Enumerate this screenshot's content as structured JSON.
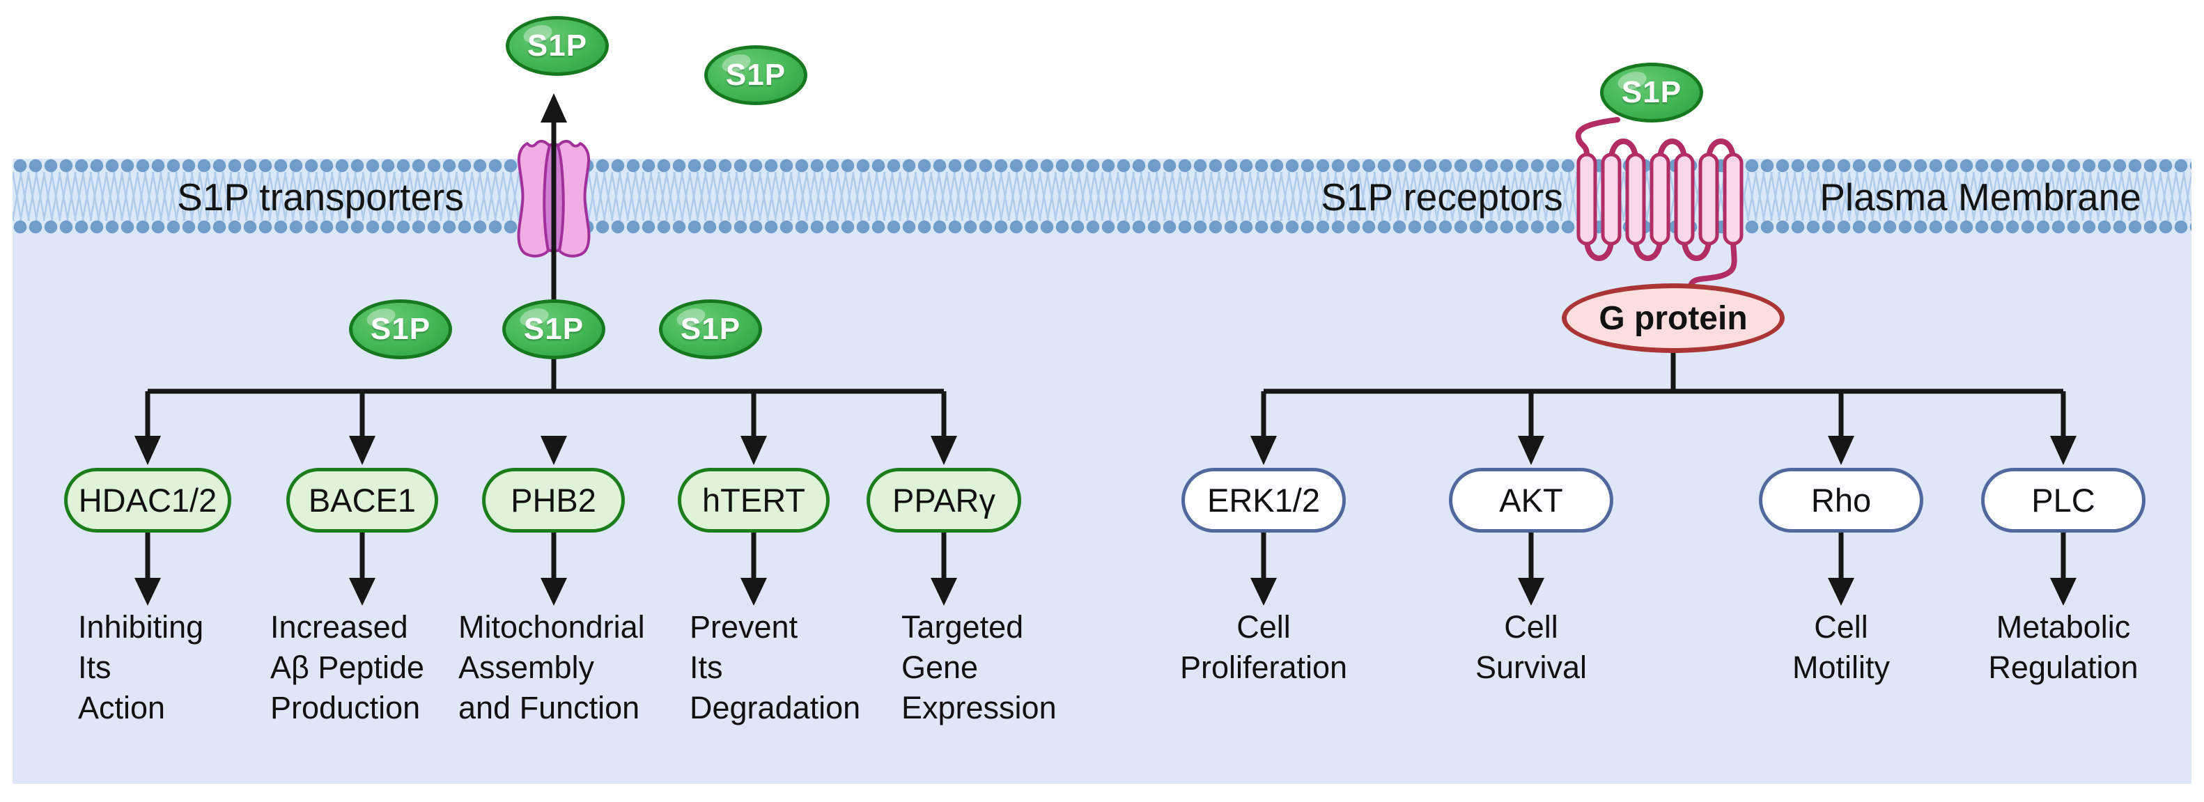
{
  "labels": {
    "s1p": "S1P",
    "s1p_transporters": "S1P transporters",
    "s1p_receptors": "S1P receptors",
    "plasma_membrane": "Plasma Membrane",
    "g_protein": "G protein"
  },
  "left_pathway": {
    "nodes": [
      {
        "name": "HDAC1/2",
        "effect_lines": [
          "Inhibiting",
          "Its",
          "Action"
        ]
      },
      {
        "name": "BACE1",
        "effect_lines": [
          "Increased",
          "Aβ Peptide",
          "Production"
        ]
      },
      {
        "name": "PHB2",
        "effect_lines": [
          "Mitochondrial",
          "Assembly",
          "and Function"
        ]
      },
      {
        "name": "hTERT",
        "effect_lines": [
          "Prevent",
          "Its",
          "Degradation"
        ]
      },
      {
        "name": "PPARγ",
        "effect_lines": [
          "Targeted",
          "Gene",
          "Expression"
        ]
      }
    ]
  },
  "right_pathway": {
    "nodes": [
      {
        "name": "ERK1/2",
        "effect_lines": [
          "Cell",
          "Proliferation"
        ]
      },
      {
        "name": "AKT",
        "effect_lines": [
          "Cell",
          "Survival"
        ]
      },
      {
        "name": "Rho",
        "effect_lines": [
          "Cell",
          "Motility"
        ]
      },
      {
        "name": "PLC",
        "effect_lines": [
          "Metabolic",
          "Regulation"
        ]
      }
    ]
  },
  "colors": {
    "membrane_interior": "#dbe8f8",
    "lipid_head": "#6f9cc9",
    "lipid_tail": "#a9c8ea",
    "cytoplasm": "#dfe6f7",
    "s1p_fill": "#43b654",
    "s1p_border": "#17791f",
    "transporter_fill": "#f0aee4",
    "transporter_stroke": "#a2309b",
    "receptor_fill": "#f9d7ea",
    "receptor_stroke": "#b12d63",
    "g_protein_fill": "#fcdede",
    "g_protein_border": "#ab3434",
    "green_node_fill": "#def3d8",
    "green_node_border": "#1b7e1b",
    "blue_node_fill": "#fbfdff",
    "blue_node_border": "#51689e",
    "arrow": "#161616"
  }
}
